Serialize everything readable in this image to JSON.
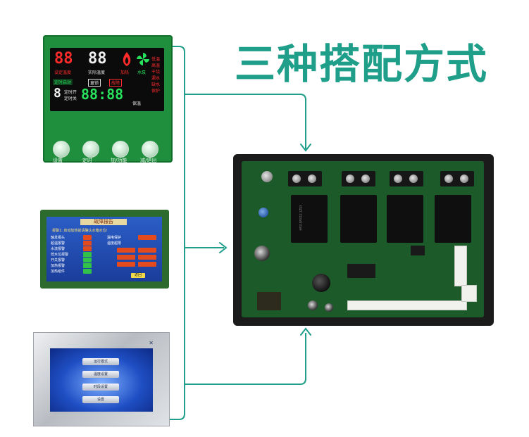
{
  "heading": "三种搭配方式",
  "colors": {
    "heading": "#1f9e8a",
    "connector_line": "#1f9e8a"
  },
  "panel_led": {
    "digits_left": "88",
    "digits_mid": "88",
    "digits_small": "8",
    "clock": "88:88",
    "label_set_temp": "设定温度",
    "label_actual_temp": "实际温度",
    "label_heat": "加热",
    "label_water_pump": "水泵",
    "label_scheduled_start": "定时启动",
    "label_timer_on": "定时开",
    "label_timer_off": "定时关",
    "label_lock": "童锁",
    "label_fault": "故障",
    "label_keep_warm": "保温",
    "side_labels": [
      "低温",
      "高温",
      "干烧",
      "漏水",
      "缺水",
      "保护"
    ],
    "knob_labels": [
      "设置",
      "定时",
      "加/功能",
      "减/退出"
    ]
  },
  "panel_hmi": {
    "title": "故障报告",
    "alarm_text": "报警1: 启动加热前请确认水箱水位！",
    "rows": [
      "触发报头",
      "超温报警",
      "水流报警",
      "低水位报警",
      "开关报警",
      "加热报警",
      "加热组件"
    ],
    "status_items": [
      "漏电保护",
      "温度超限"
    ],
    "button_label": "返回"
  },
  "panel_touch": {
    "buttons": [
      "运行模式",
      "温度设置",
      "时段设置",
      "设置"
    ]
  },
  "controller": {
    "model_text": "HF115F/012-1ZS3"
  }
}
